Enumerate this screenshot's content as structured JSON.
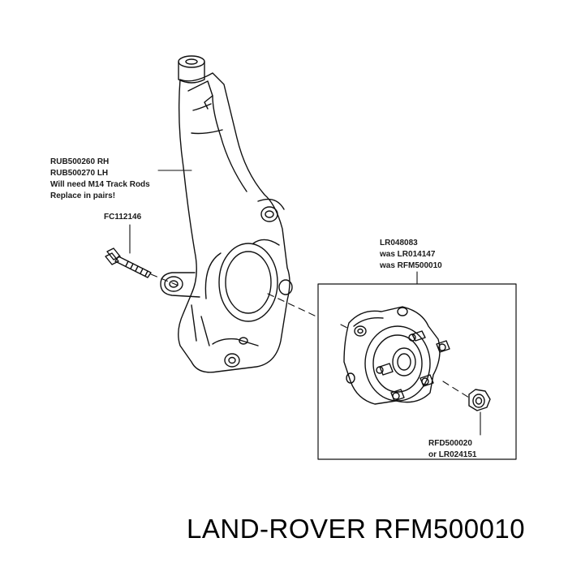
{
  "callouts": {
    "knuckle": {
      "lines": [
        "RUB500260 RH",
        "RUB500270 LH",
        "Will need M14 Track Rods",
        "Replace in pairs!"
      ]
    },
    "bolt": {
      "lines": [
        "FC112146"
      ]
    },
    "hub_bearing": {
      "lines": [
        "LR048083",
        "was LR014147",
        "was RFM500010"
      ]
    },
    "hub_nut": {
      "lines": [
        "RFD500020",
        "or LR024151"
      ]
    }
  },
  "footer": {
    "title": "LAND-ROVER RFM500010"
  }
}
